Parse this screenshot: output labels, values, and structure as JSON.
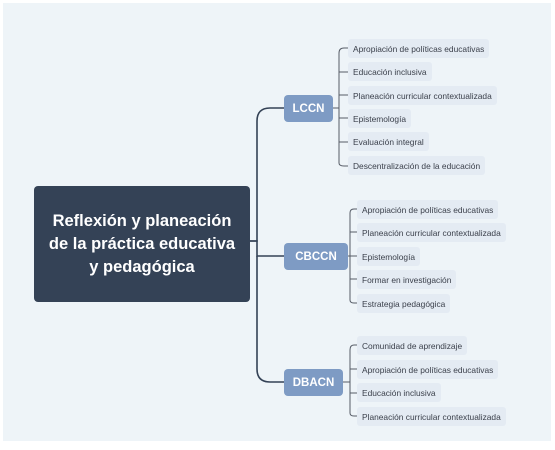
{
  "diagram": {
    "root": {
      "label": "Reflexión y planeación de la práctica educativa y pedagógica"
    },
    "branches": [
      {
        "label": "LCCN",
        "leaves": [
          "Apropiación de políticas educativas",
          "Educación inclusiva",
          "Planeación curricular contextualizada",
          "Epistemología",
          "Evaluación integral",
          "Descentralización de la educación"
        ]
      },
      {
        "label": "CBCCN",
        "leaves": [
          "Apropiación de políticas educativas",
          "Planeación curricular contextualizada",
          "Epistemología",
          "Formar en investigación",
          "Estrategia pedagógica"
        ]
      },
      {
        "label": "DBACN",
        "leaves": [
          "Comunidad de aprendizaje",
          "Apropiación de políticas educativas",
          "Educación inclusiva",
          "Planeación curricular contextualizada"
        ]
      }
    ],
    "colors": {
      "root": "#344256",
      "branch": "#7e9bc4",
      "leaf": "#e4ebf3",
      "background": "#eef4f8",
      "connector": "#344256"
    }
  }
}
